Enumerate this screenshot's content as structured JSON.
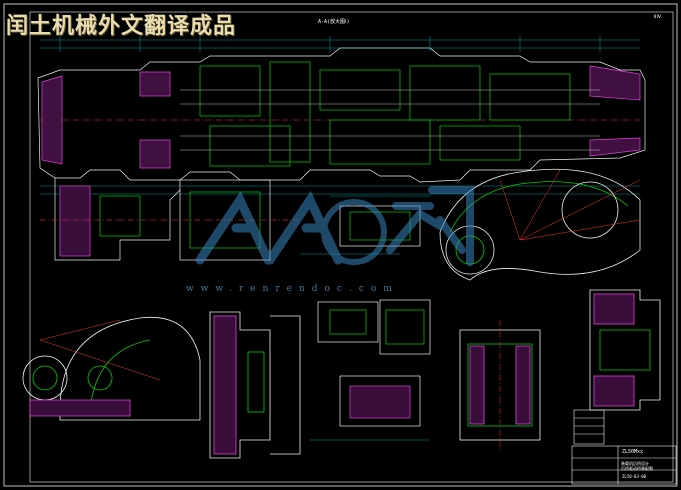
{
  "banner": {
    "title": "闰土机械外文翻译成品"
  },
  "section_labels": {
    "aa_view": "A-A(放大图Ⅰ)",
    "corner": "ⅡⅣ"
  },
  "watermark": {
    "url": "www.renrendoc.com"
  },
  "title_block": {
    "code": "ZL50Mxx",
    "name_1": "装载机后桥设计",
    "name_2": "后桥驱动桥装配图",
    "drawing_no": "ZL50-03-00"
  },
  "colors": {
    "background": "#000000",
    "outline": "#f0f0f0",
    "part_line": "#00d000",
    "hatch": "#e040e0",
    "dimension": "#00e0e0",
    "center_line": "#ff3030",
    "watermark": "#3a86c0"
  }
}
